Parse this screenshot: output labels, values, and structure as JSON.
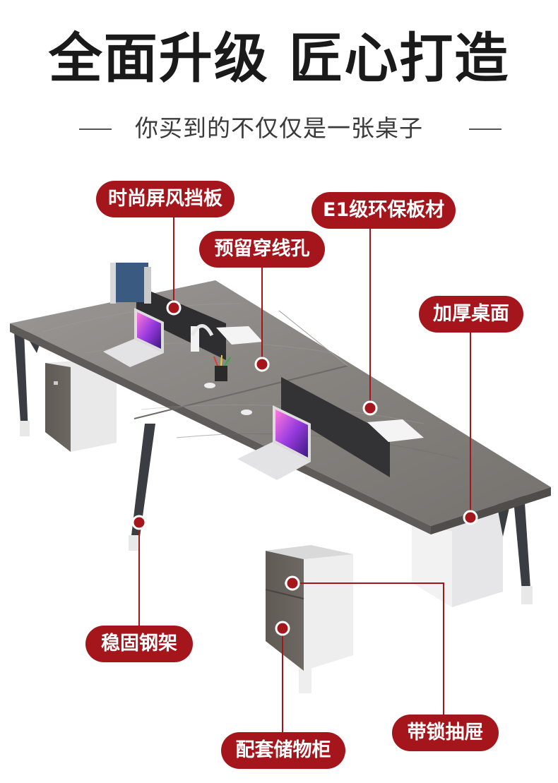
{
  "headline": "全面升级 匠心打造",
  "subtitle": "你买到的不仅仅是一张桌子",
  "callouts": {
    "screen_panel": "时尚屏风挡板",
    "cable_hole": "预留穿线孔",
    "e1_board": "E1级环保板材",
    "thick_top": "加厚桌面",
    "steel_frame": "稳固钢架",
    "lock_drawer": "带锁抽屉",
    "cabinet": "配套储物柜"
  },
  "colors": {
    "accent": "#a5161c",
    "headline": "#1a1a1a",
    "desk_top": "#8a8784",
    "frame": "#3a3d42"
  }
}
